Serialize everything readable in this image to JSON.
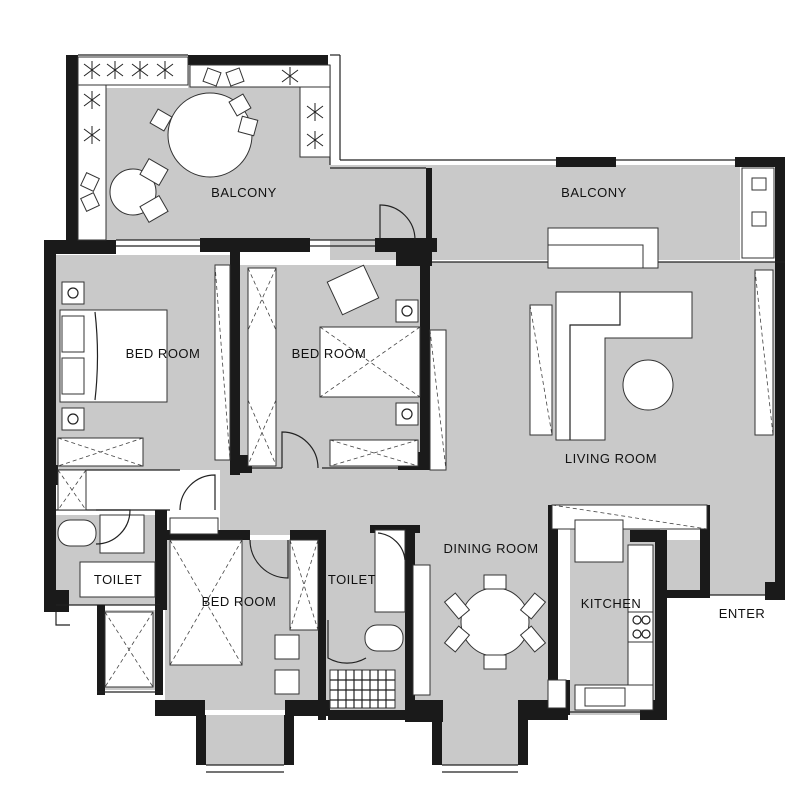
{
  "rooms": {
    "balcony_left": "BALCONY",
    "balcony_right": "BALCONY",
    "bedroom_left": "BED ROOM",
    "bedroom_center": "BED ROOM",
    "bedroom_bottom": "BED ROOM",
    "living_room": "LIVING ROOM",
    "dining_room": "DINING ROOM",
    "toilet_left": "TOILET",
    "toilet_center": "TOILET",
    "kitchen": "KITCHEN",
    "enter": "ENTER"
  },
  "colors": {
    "floor": "#c9c9c9",
    "wall": "#1a1a1a",
    "furniture": "#ffffff"
  }
}
